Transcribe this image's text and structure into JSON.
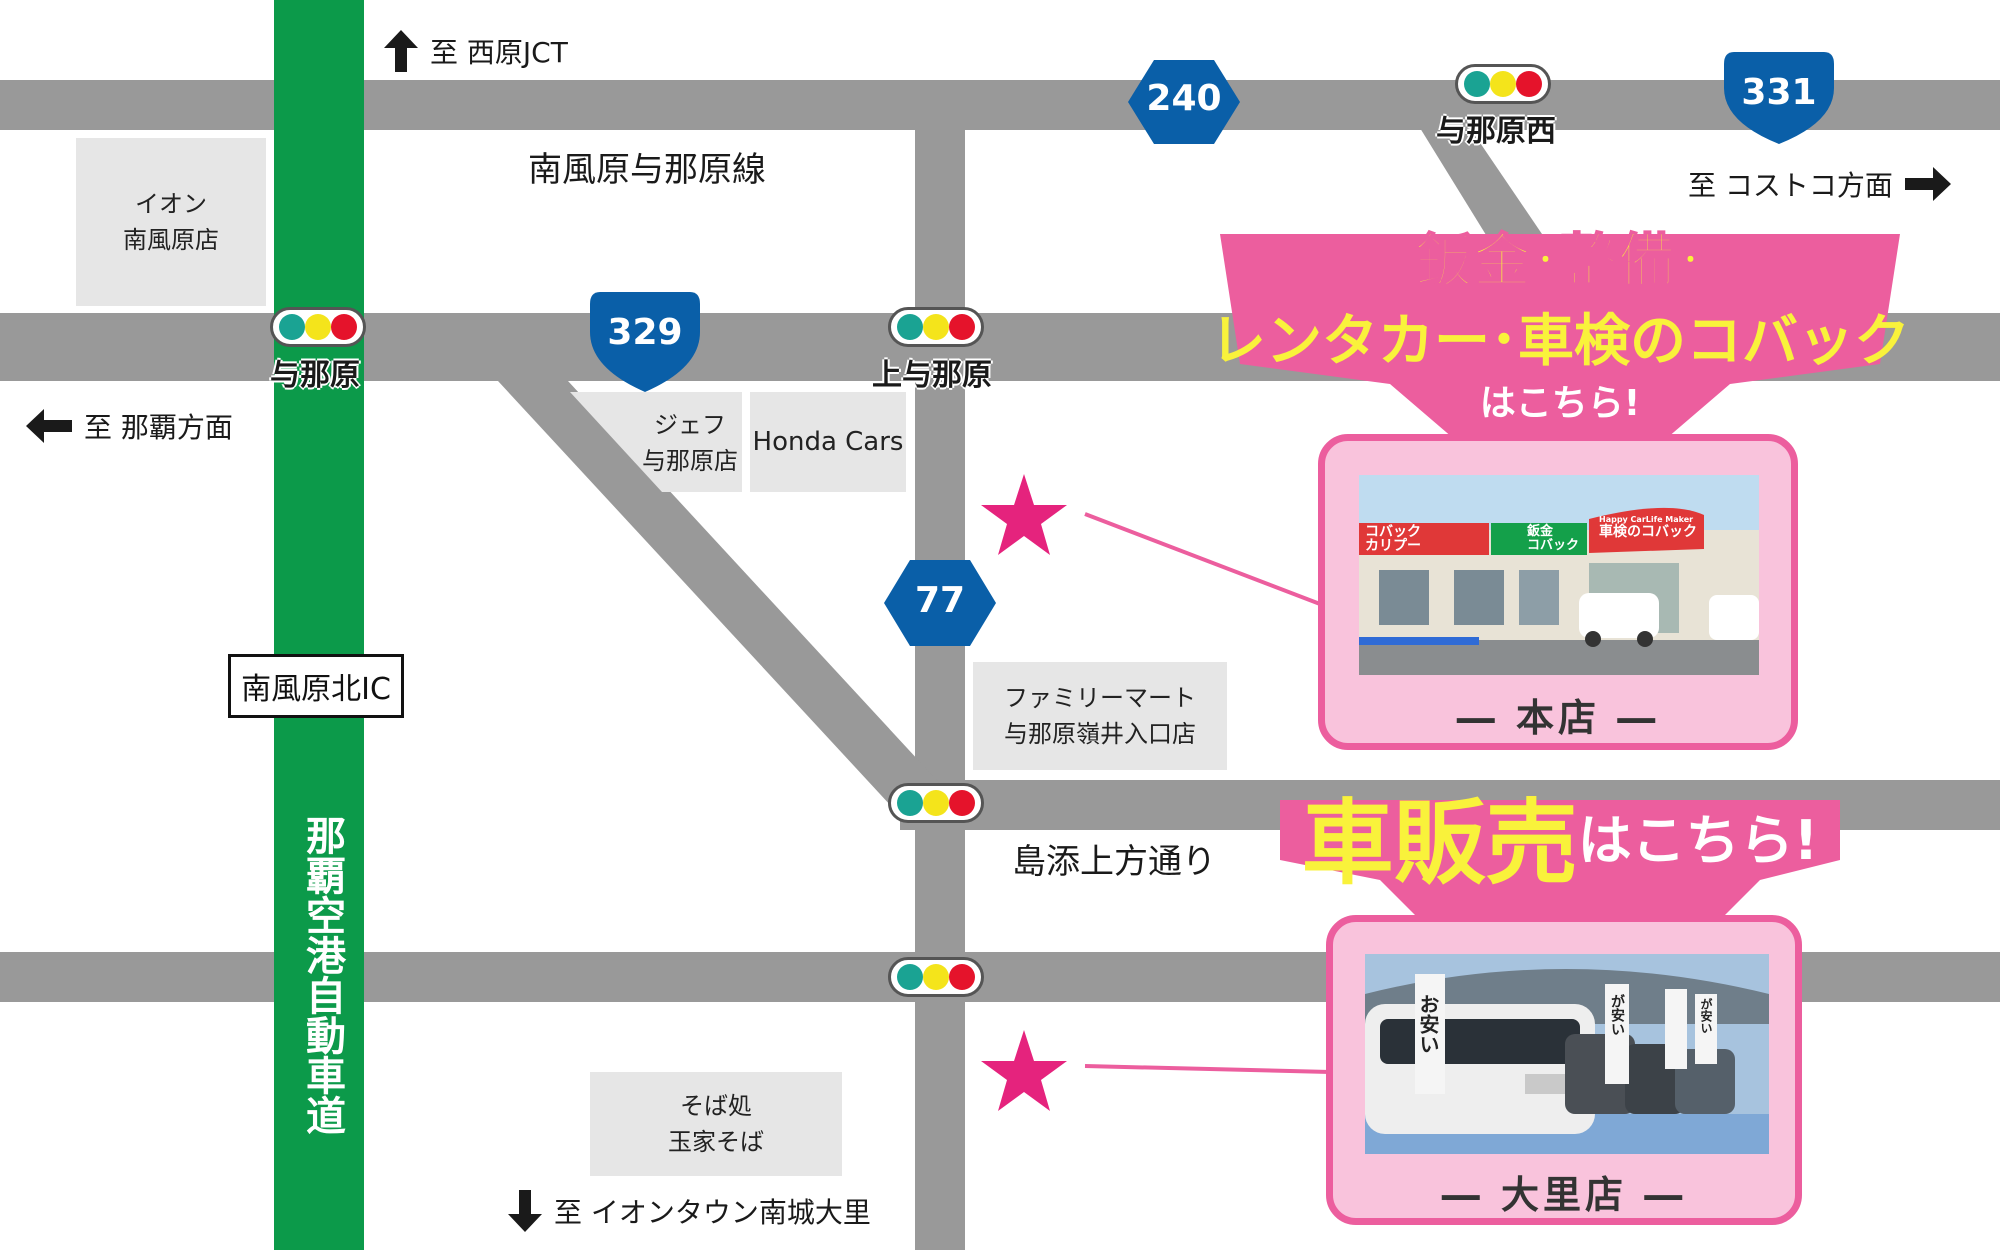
{
  "colors": {
    "road": "#999999",
    "expressway": "#0c9a4a",
    "pink": "#ec5e9e",
    "yellow": "#f9f23b",
    "route_blue": "#0a5fa8",
    "block": "#e6e6e6"
  },
  "directions": {
    "north": "至 西原JCT",
    "east": "至 コストコ方面",
    "west": "至 那覇方面",
    "south": "至 イオンタウン南城大里"
  },
  "roads": {
    "top_name": "南風原与那原線",
    "lower_name": "島添上方通り",
    "expressway_name": "那覇空港自動車道",
    "ic_name": "南風原北IC"
  },
  "route_signs": [
    "240",
    "331",
    "329",
    "77"
  ],
  "intersections": {
    "yonabaru": "与那原",
    "kamiyonabaru": "上与那原",
    "yonabaru_nishi": "与那原西"
  },
  "landmarks": {
    "aeon_line1": "イオン",
    "aeon_line2": "南風原店",
    "jef_line1": "ジェフ",
    "jef_line2": "与那原店",
    "honda": "Honda Cars",
    "familymart_line1": "ファミリーマート",
    "familymart_line2": "与那原嶺井入口店",
    "soba_line1": "そば処",
    "soba_line2": "玉家そば"
  },
  "callouts": {
    "main_line1": "鈑金･整備･",
    "main_line2": "レンタカー･車検のコバック",
    "main_line3": "はこちら!",
    "sales_big": "車販売",
    "sales_small": "はこちら!"
  },
  "shops": {
    "main_name": "― 本店 ―",
    "ozato_name": "― 大里店 ―"
  },
  "photo_signs": {
    "main_sign1_line1": "コバック",
    "main_sign1_line2": "カリプー",
    "main_sign2_line1": "鈑金",
    "main_sign2_line2": "コバック",
    "main_sign3": "車検のコバック",
    "main_sign3_small": "Happy CarLife Maker",
    "ozato_flag1": "お安い",
    "ozato_flag2": "が安い",
    "ozato_flag3": "が安い"
  }
}
